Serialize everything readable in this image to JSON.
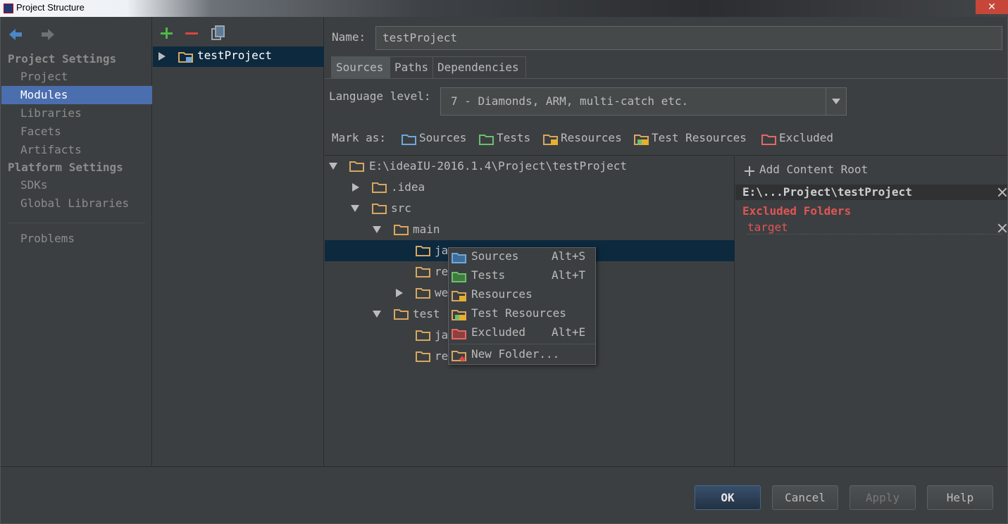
{
  "window": {
    "title": "Project Structure",
    "close_glyph": "✕"
  },
  "nav": {
    "back_icon": "back-arrow-icon",
    "forward_icon": "forward-arrow-icon",
    "project_settings_heading": "Project Settings",
    "project_settings_items": [
      "Project",
      "Modules",
      "Libraries",
      "Facets",
      "Artifacts"
    ],
    "platform_settings_heading": "Platform Settings",
    "platform_settings_items": [
      "SDKs",
      "Global Libraries"
    ],
    "problems": "Problems",
    "selected": "Modules"
  },
  "modules": {
    "toolbar": [
      "add-icon",
      "remove-icon",
      "copy-icon"
    ],
    "items": [
      "testProject"
    ]
  },
  "main": {
    "name_label": "Name:",
    "name_value": "testProject",
    "tabs": [
      "Sources",
      "Paths",
      "Dependencies"
    ],
    "active_tab": "Sources",
    "language_label": "Language level:",
    "language_value": "7 - Diamonds, ARM, multi-catch etc.",
    "mark_as_label": "Mark as:",
    "mark_as": [
      "Sources",
      "Tests",
      "Resources",
      "Test Resources",
      "Excluded"
    ]
  },
  "tree": {
    "rows": [
      {
        "label": "E:\\ideaIU-2016.1.4\\Project\\testProject",
        "state": "expanded"
      },
      {
        "label": ".idea",
        "state": "collapsed"
      },
      {
        "label": "src",
        "state": "expanded"
      },
      {
        "label": "main",
        "state": "expanded"
      },
      {
        "label": "java",
        "state": "leaf",
        "selected": true
      },
      {
        "label": "resources",
        "state": "leaf"
      },
      {
        "label": "webapp",
        "state": "collapsed"
      },
      {
        "label": "test",
        "state": "expanded"
      },
      {
        "label": "java",
        "state": "leaf"
      },
      {
        "label": "resources",
        "state": "leaf"
      }
    ],
    "visible_labels": {
      "java": "ja",
      "resources": "re",
      "webapp": "we",
      "test_java": "ja",
      "test_resources": "re"
    }
  },
  "content_root": {
    "add_label": "Add Content Root",
    "root_path": "E:\\...Project\\testProject",
    "excluded_heading": "Excluded Folders",
    "excluded_items": [
      "target"
    ]
  },
  "context_menu": {
    "items": [
      {
        "label": "Sources",
        "shortcut": "Alt+S",
        "icon": "sources-folder-icon"
      },
      {
        "label": "Tests",
        "shortcut": "Alt+T",
        "icon": "tests-folder-icon"
      },
      {
        "label": "Resources",
        "shortcut": "",
        "icon": "resources-folder-icon"
      },
      {
        "label": "Test Resources",
        "shortcut": "",
        "icon": "test-resources-folder-icon"
      },
      {
        "label": "Excluded",
        "shortcut": "Alt+E",
        "icon": "excluded-folder-icon"
      },
      {
        "label": "New Folder...",
        "shortcut": "",
        "icon": "new-folder-icon"
      }
    ]
  },
  "buttons": {
    "ok": "OK",
    "cancel": "Cancel",
    "apply": "Apply",
    "help": "Help"
  },
  "colors": {
    "background": "#3c3f41",
    "selection": "#4b6eaf",
    "tree_selection": "#0d293e",
    "folder_plain": "#d8a760",
    "folder_sources": "#6fa8dc",
    "folder_tests": "#6dbf6d",
    "folder_excluded": "#e06b66",
    "excluded_text": "#e05555"
  }
}
